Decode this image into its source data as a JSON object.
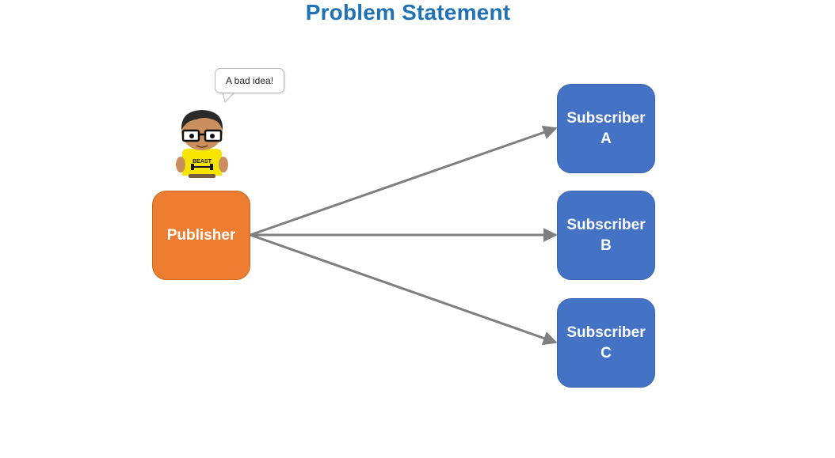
{
  "title": "Problem Statement",
  "speech_bubble": "A bad idea!",
  "shirt_text": "BEAST",
  "publisher": {
    "label": "Publisher"
  },
  "subscribers": [
    {
      "line1": "Subscriber",
      "line2": "A"
    },
    {
      "line1": "Subscriber",
      "line2": "B"
    },
    {
      "line1": "Subscriber",
      "line2": "C"
    }
  ],
  "colors": {
    "title": "#1f72b8",
    "publisher_fill": "#ed7d31",
    "subscriber_fill": "#4472c4",
    "arrow": "#7f7f7f",
    "shirt": "#f5e500"
  }
}
